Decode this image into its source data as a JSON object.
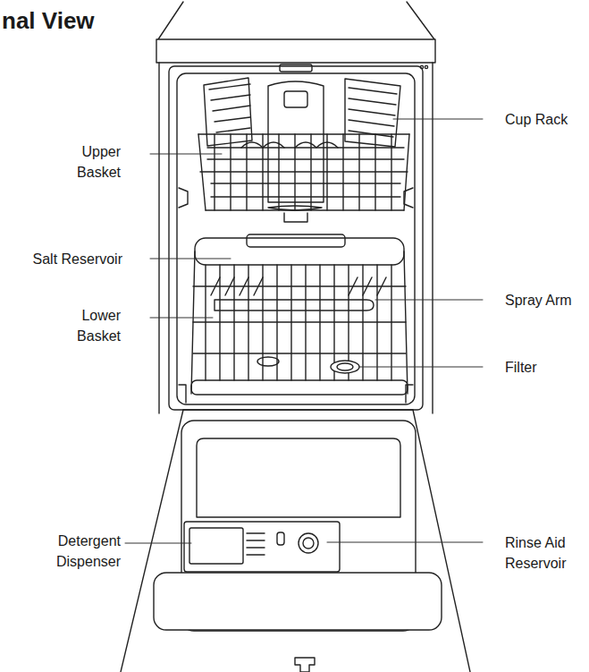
{
  "diagram": {
    "title": "nal View",
    "labels": [
      "Cup Rack",
      "Upper Basket",
      "Salt Reservoir",
      "Spray Arm",
      "Lower Basket",
      "Filter",
      "Detergent Dispenser",
      "Rinse Aid Reservoir"
    ]
  }
}
